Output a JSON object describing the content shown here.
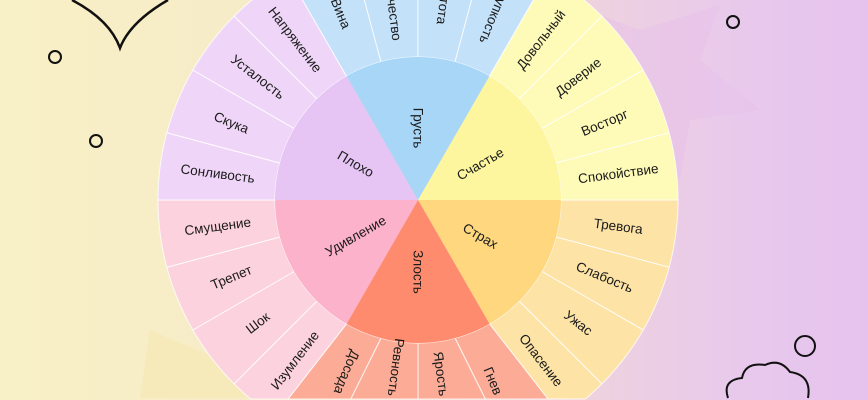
{
  "wheel": {
    "sectors": [
      {
        "label": "Страх",
        "inner_color": "#fed77f",
        "outer_color": "#fde3a6",
        "items": [
          "Тревога",
          "Слабость",
          "Ужас",
          "Опасение"
        ]
      },
      {
        "label": "Злость",
        "inner_color": "#ff8b6f",
        "outer_color": "#fcac96",
        "items": [
          "Гнев",
          "Ярость",
          "Ревность",
          "Досада"
        ]
      },
      {
        "label": "Удивление",
        "inner_color": "#fcb2ca",
        "outer_color": "#fcd2de",
        "items": [
          "Изумление",
          "Шок",
          "Трепет",
          "Смущение"
        ]
      },
      {
        "label": "Плохо",
        "inner_color": "#e6c5f5",
        "outer_color": "#efd6f8",
        "items": [
          "Сонливость",
          "Скука",
          "Усталость",
          "Напряжение"
        ]
      },
      {
        "label": "Грусть",
        "inner_color": "#a7d6f7",
        "outer_color": "#c3e1f9",
        "items": [
          "Вина",
          "Одиночество",
          "Пустота",
          "Хрупкость"
        ]
      },
      {
        "label": "Счастье",
        "inner_color": "#fdf69f",
        "outer_color": "#fefab7",
        "items": [
          "Довольный",
          "Доверие",
          "Восторг",
          "Спокойствие"
        ]
      }
    ]
  }
}
